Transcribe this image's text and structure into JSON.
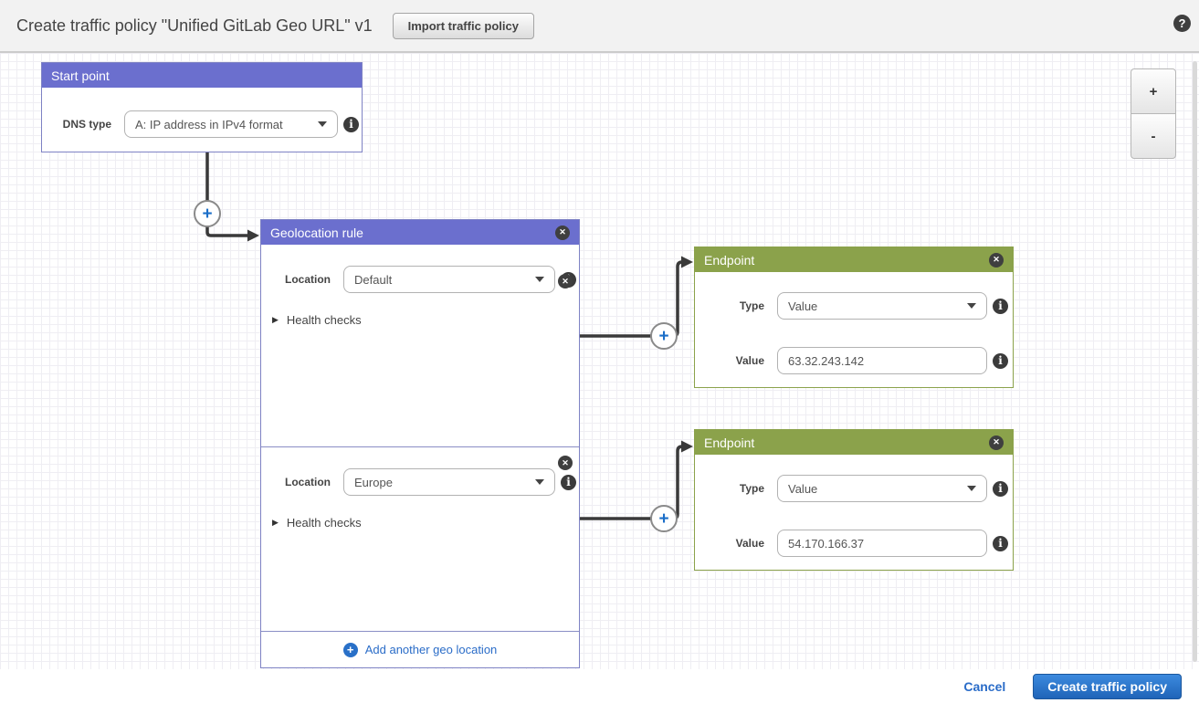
{
  "header": {
    "title": "Create traffic policy \"Unified GitLab Geo URL\" v1",
    "import_button_label": "Import traffic policy"
  },
  "icons": {
    "help": "?",
    "close": "✕",
    "info": "i",
    "plus": "+",
    "collapsed_arrow": "▶"
  },
  "canvas": {
    "zoom_in_label": "+",
    "zoom_out_label": "-",
    "start_point": {
      "title": "Start point",
      "dns_type_label": "DNS type",
      "dns_type_value": "A: IP address in IPv4 format"
    },
    "geolocation_rule": {
      "title": "Geolocation rule",
      "location_label": "Location",
      "health_checks_label": "Health checks",
      "sections": [
        {
          "location": "Default"
        },
        {
          "location": "Europe"
        }
      ],
      "add_link_label": "Add another geo location"
    },
    "endpoints": [
      {
        "title": "Endpoint",
        "type_label": "Type",
        "type_value": "Value",
        "value_label": "Value",
        "value": "63.32.243.142"
      },
      {
        "title": "Endpoint",
        "type_label": "Type",
        "type_value": "Value",
        "value_label": "Value",
        "value": "54.170.166.37"
      }
    ]
  },
  "footer": {
    "cancel_label": "Cancel",
    "create_button_label": "Create traffic policy"
  },
  "colors": {
    "rule_header": "#6b6fce",
    "rule_border": "#7e82c4",
    "endpoint_header": "#8ba24b",
    "link_blue": "#2a6cc8",
    "primary_button_top": "#3c8ade",
    "primary_button_bottom": "#1f64b8",
    "connector": "#3a3a3a"
  }
}
